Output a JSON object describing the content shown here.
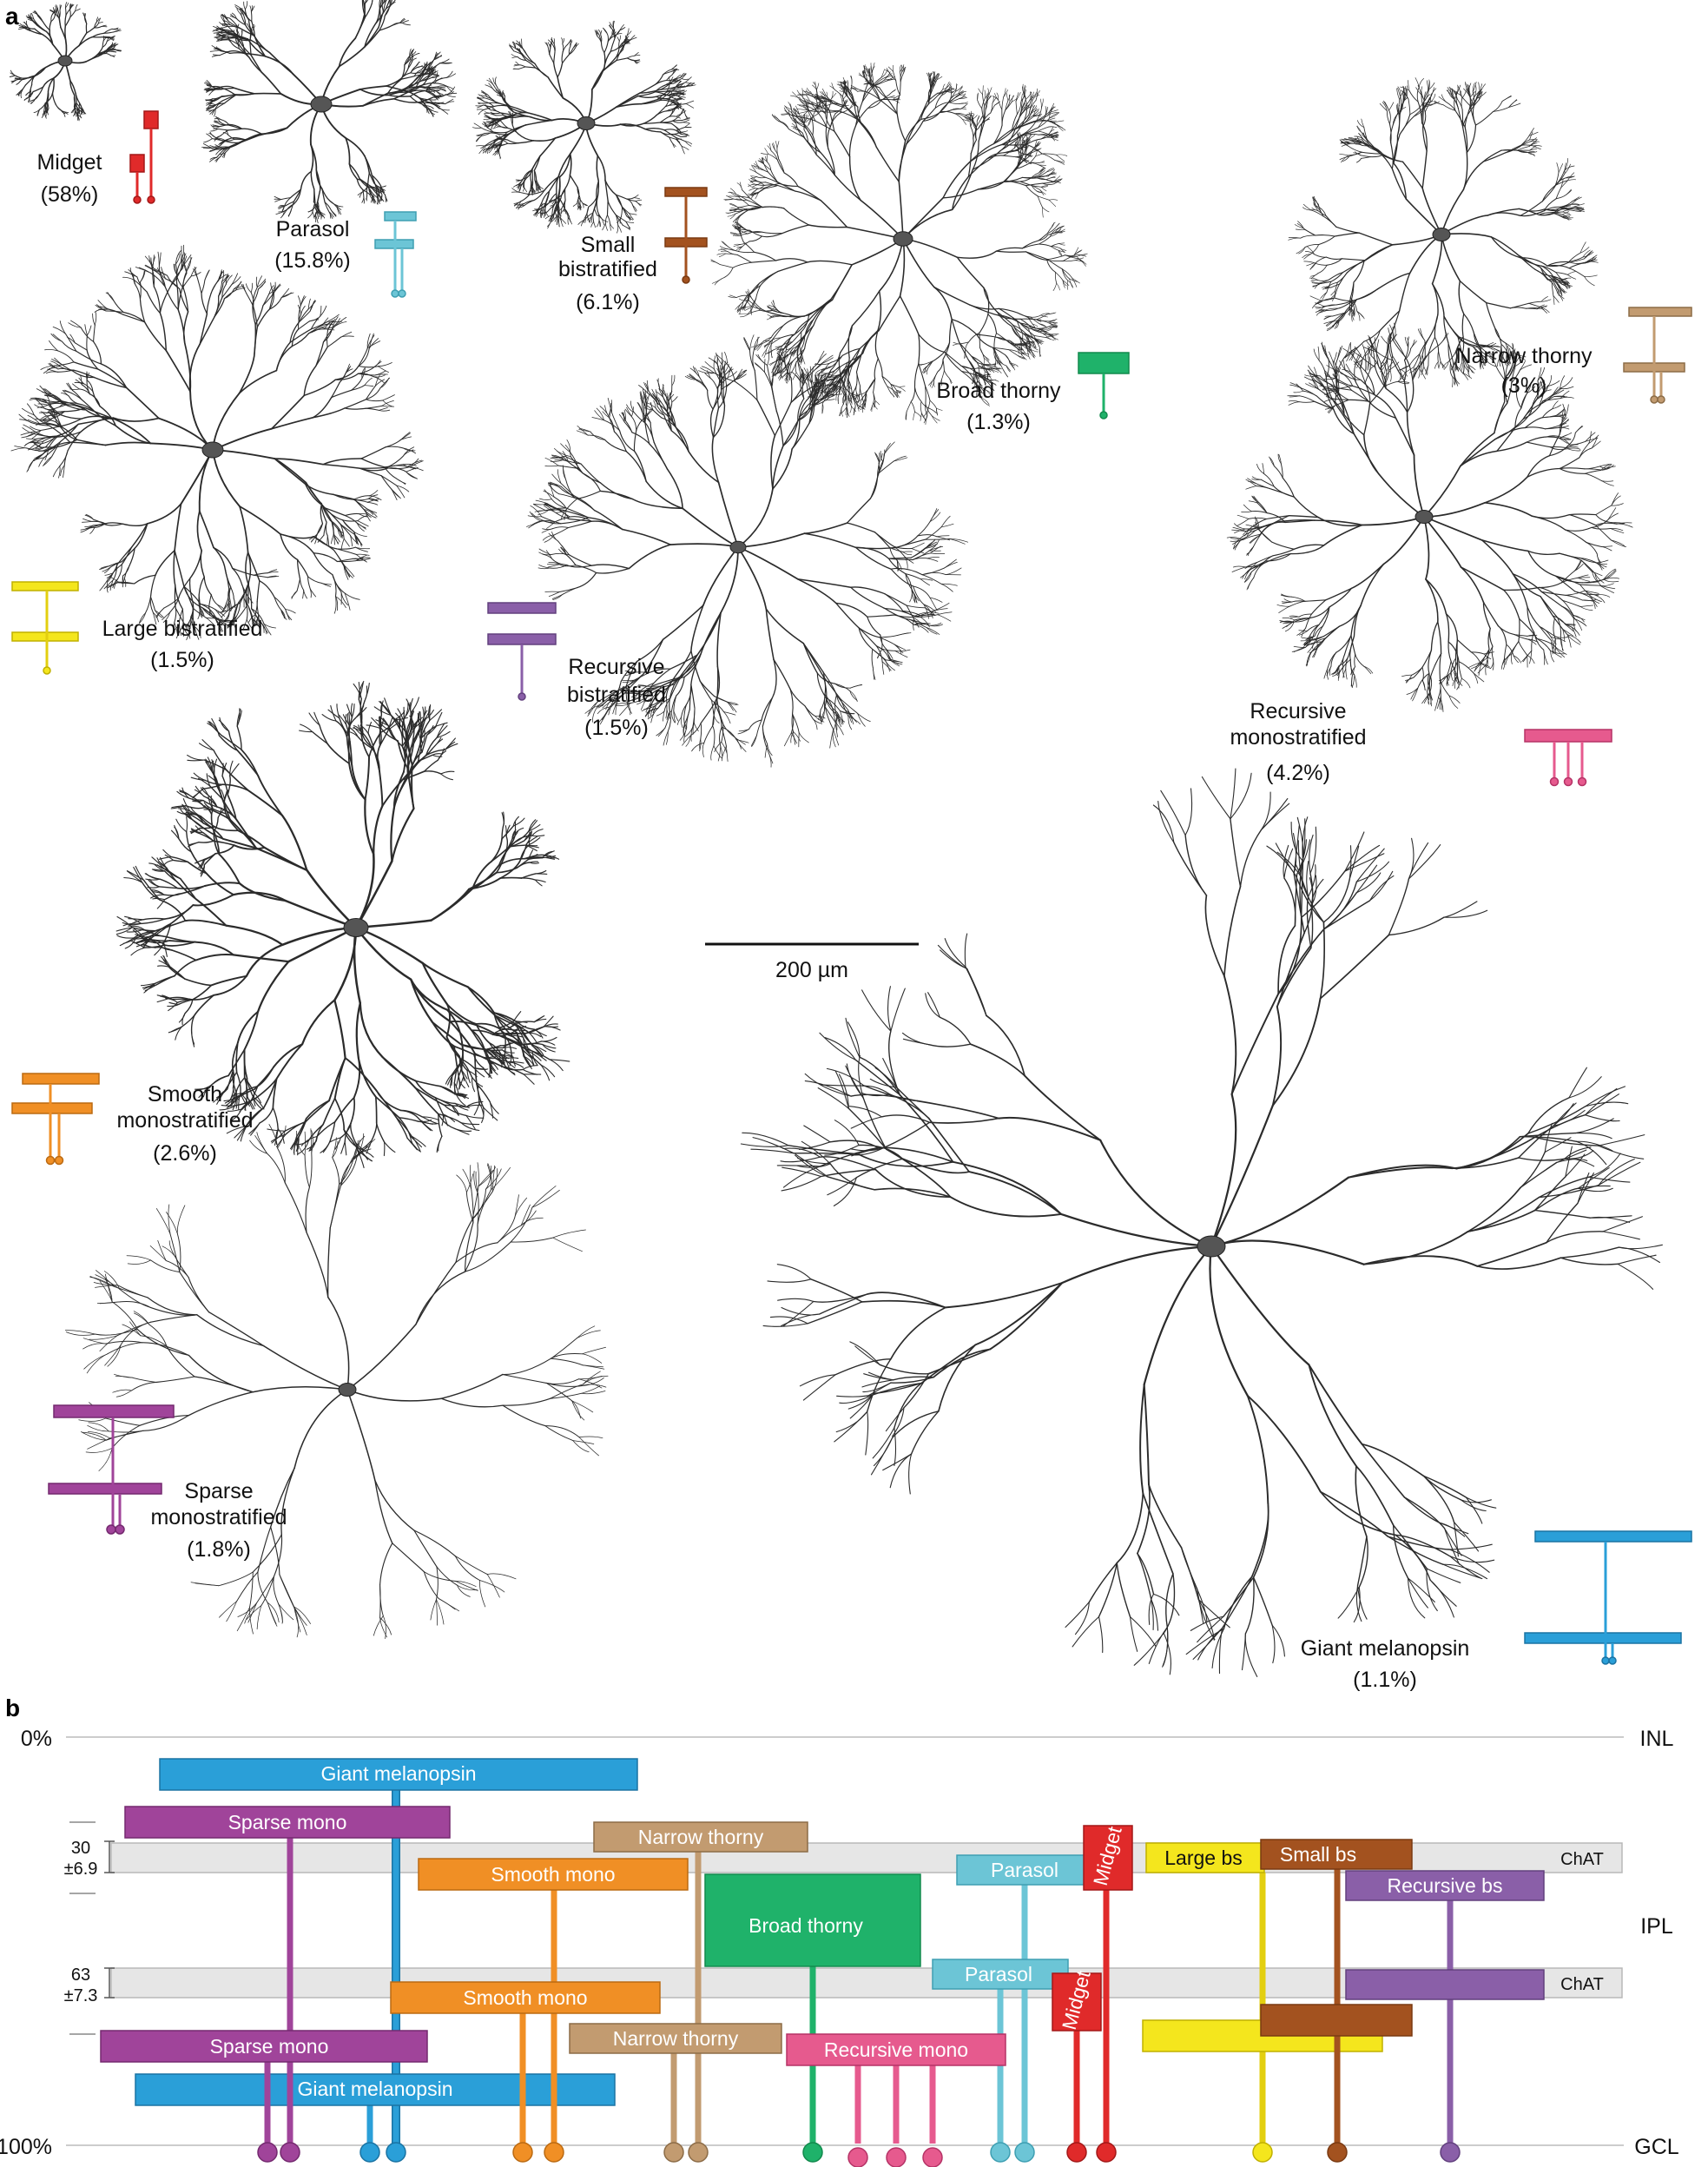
{
  "panel_a": {
    "letter": "a",
    "scale_bar": "200 µm",
    "cells": [
      {
        "id": "midget",
        "name": "Midget",
        "pct": "(58%)",
        "color": "#e02a2a"
      },
      {
        "id": "parasol",
        "name": "Parasol",
        "pct": "(15.8%)",
        "color": "#6cc5d6"
      },
      {
        "id": "small-bs",
        "name": "Small bistratified",
        "name_lines": [
          "Small",
          "bistratified"
        ],
        "pct": "(6.1%)",
        "color": "#a3521f"
      },
      {
        "id": "broad-thorny",
        "name": "Broad thorny",
        "pct": "(1.3%)",
        "color": "#1fb26a"
      },
      {
        "id": "narrow-thorny",
        "name": "Narrow thorny",
        "pct": "(3%)",
        "color": "#c29b70"
      },
      {
        "id": "large-bs",
        "name": "Large bistratified",
        "pct": "(1.5%)",
        "color": "#f4e61d"
      },
      {
        "id": "recursive-bs",
        "name": "Recursive bistratified",
        "name_lines": [
          "Recursive",
          "bistratified"
        ],
        "pct": "(1.5%)",
        "color": "#8a5fa8"
      },
      {
        "id": "recursive-mono",
        "name": "Recursive monostratified",
        "name_lines": [
          "Recursive",
          "monostratified"
        ],
        "pct": "(4.2%)",
        "color": "#e65a8e"
      },
      {
        "id": "smooth-mono",
        "name": "Smooth monostratified",
        "name_lines": [
          "Smooth",
          "monostratified"
        ],
        "pct": "(2.6%)",
        "color": "#f08f25"
      },
      {
        "id": "sparse-mono",
        "name": "Sparse monostratified",
        "name_lines": [
          "Sparse",
          "monostratified"
        ],
        "pct": "(1.8%)",
        "color": "#a0449a"
      },
      {
        "id": "giant-melanopsin",
        "name": "Giant melanopsin",
        "pct": "(1.1%)",
        "color": "#2a9fd8"
      }
    ]
  },
  "panel_b": {
    "letter": "b",
    "left_labels": {
      "top": "0%",
      "bottom": "100%",
      "chat1": [
        "30",
        "±6.9"
      ],
      "chat2": [
        "63",
        "±7.3"
      ]
    },
    "right_labels": {
      "inl": "INL",
      "ipl": "IPL",
      "gcl": "GCL",
      "chat": "ChAT"
    },
    "bars": [
      {
        "label": "Giant melanopsin",
        "color": "#2a9fd8",
        "text": "light"
      },
      {
        "label": "Sparse mono",
        "color": "#a0449a",
        "text": "light"
      },
      {
        "label": "Smooth mono",
        "color": "#f08f25",
        "text": "light"
      },
      {
        "label": "Narrow thorny",
        "color": "#c29b70",
        "text": "light"
      },
      {
        "label": "Broad thorny",
        "color": "#1fb26a",
        "text": "light"
      },
      {
        "label": "Parasol",
        "color": "#6cc5d6",
        "text": "light"
      },
      {
        "label": "Midget",
        "color": "#e02a2a",
        "text": "light"
      },
      {
        "label": "Large bs",
        "color": "#f4e61d",
        "text": "dark"
      },
      {
        "label": "Small bs",
        "color": "#a3521f",
        "text": "light"
      },
      {
        "label": "Recursive bs",
        "color": "#8a5fa8",
        "text": "light"
      },
      {
        "label": "Recursive mono",
        "color": "#e65a8e",
        "text": "light"
      }
    ]
  }
}
